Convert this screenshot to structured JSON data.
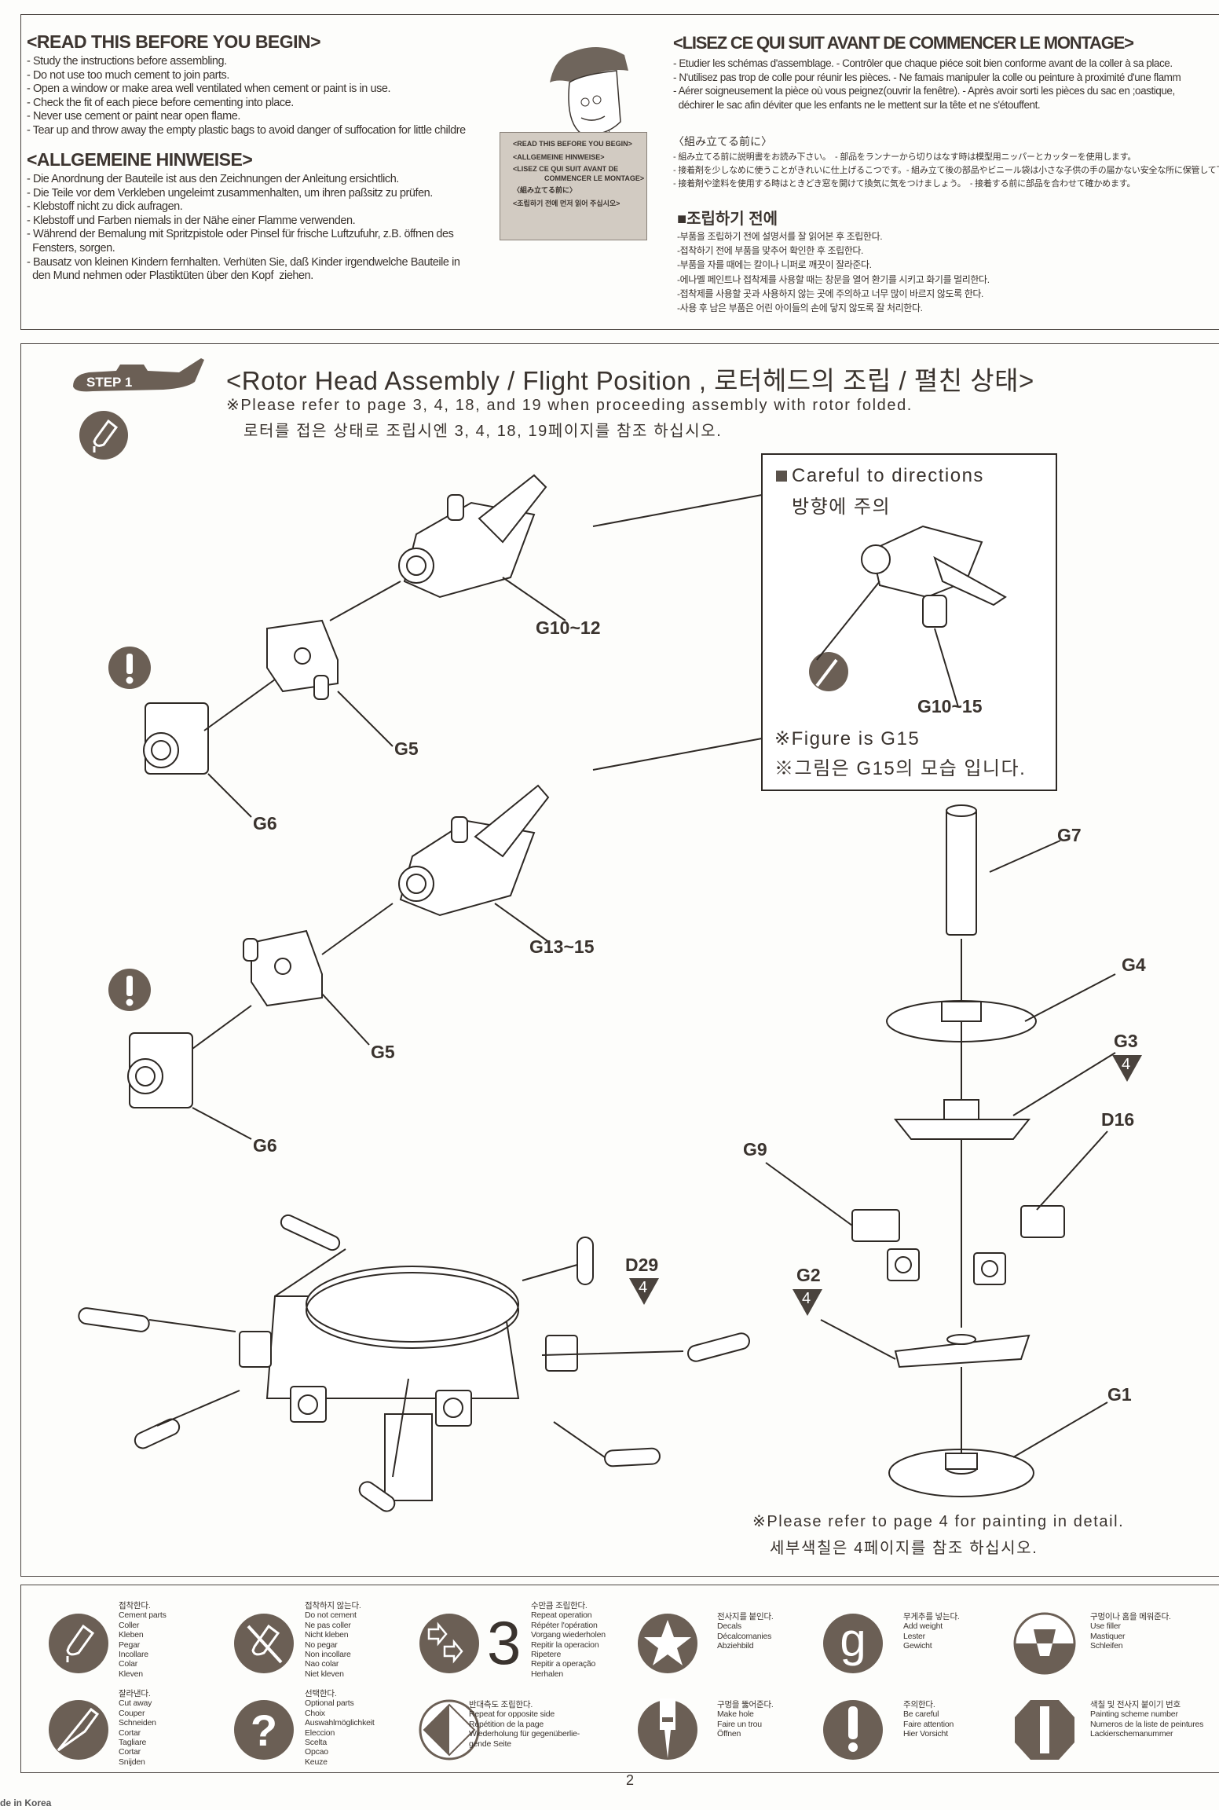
{
  "intro": {
    "english": {
      "title": "<READ THIS BEFORE YOU BEGIN>",
      "items": [
        "- Study the instructions before assembling.",
        "- Do not use too much cement to join parts.",
        "- Open a window or make area well ventilated when cement or paint is in use.",
        "- Check the fit of each piece before cementing into place.",
        " - Never use cement or paint near open flame.",
        "- Tear up and throw away the empty plastic bags to avoid danger of suffocation for little childre"
      ]
    },
    "german": {
      "title": "<ALLGEMEINE HINWEISE>",
      "items": [
        "- Die Anordnung der Bauteile ist aus den Zeichnungen der  Anleitung ersichtlich.",
        "- Die Teile vor dem Verkleben ungeleimt zusammenhalten, um  ihren paßsitz zu prüfen.",
        "- Klebstoff nicht zu dick aufragen.",
        "- Klebstoff und Farben niemals in der Nähe einer Flamme verwenden.",
        "- Während der Bemalung mit Spritzpistole oder Pinsel für frische Luftzufuhr, z.B. öffnen des",
        "  Fensters, sorgen.",
        "- Bausatz von kleinen Kindern fernhalten. Verhüten Sie, daß Kinder irgendwelche Bauteile in",
        "  den Mund nehmen oder Plastiktüten über den Kopf  ziehen."
      ]
    },
    "french": {
      "title": "<LISEZ CE QUI SUIT AVANT DE COMMENCER LE MONTAGE>",
      "items": [
        "- Etudier les schémas d'assemblage.   - Contrôler que chaque piéce soit bien conforme avant de la coller à sa place.",
        "- N'utilisez pas trop de colle pour réunir les pièces.  - Ne famais manipuler la colle ou peinture à proximité d'une flamm",
        "- Aérer soigneusement la pièce où vous peignez(ouvrir la fenêtre).   - Après avoir sorti les pièces du sac en ;oastique,",
        "  déchirer le sac afin déviter que les enfants ne le mettent sur la tête et ne s'étouffent."
      ]
    },
    "japanese": {
      "title": "〈組み立てる前に〉",
      "items": [
        "- 組み立てる前に説明書をお読み下さい。　- 部品をランナーから切りはなす時は模型用ニッパーとカッターを使用します。",
        "- 接着剤を少しなめに使うことがきれいに仕上げるこつです。- 組み立て後の部品やビニール袋は小さな子供の手の届かない安全な所に保管して下さ",
        "- 接着剤や塗料を使用する時はときどき窓を開けて換気に気をつけましょう。　- 接着する前に部品を合わせて確かめます。"
      ]
    },
    "korean": {
      "title": "■조립하기 전에",
      "items": [
        "-부품을 조립하기 전에 설명서를 잘 읽어본 후 조립한다.",
        "-접착하기 전에 부품을 맞추어 확인한 후 조립한다.",
        "-부품을 자를 때에는 칼이나 니퍼로 깨끗이 잘라준다.",
        "-에나멜 페인트나 접착제를 사용할 때는 창문을 열어 환기를 시키고 화기를 멀리한다.",
        "-접착제를 사용할 곳과 사용하지 않는 곳에 주의하고 너무 많이 바르지 않도록 한다.",
        "-사용 후 남은 부품은 어린 아이들의 손에 닿지 않도록 잘 처리한다."
      ]
    },
    "sign": [
      "<READ THIS BEFORE YOU BEGIN>",
      "<ALLGEMEINE HINWEISE>",
      "<LISEZ CE QUI SUIT AVANT DE",
      "COMMENCER LE MONTAGE>",
      "〈組み立てる前に〉",
      "<조립하기 전에 먼저 읽어 주십시오>"
    ]
  },
  "step": {
    "label": "STEP 1",
    "title": "<Rotor Head Assembly / Flight Position , 로터헤드의 조립 / 펼친 상태>",
    "note_en": "※Please refer to page 3, 4, 18, and 19 when proceeding assembly with rotor folded.",
    "note_kr": "로터를 접은 상태로 조립시엔 3, 4, 18, 19페이지를 참조 하십시오.",
    "callout": {
      "title": "Careful to directions",
      "title_kr": "방향에 주의",
      "part": "G10~15",
      "figure_en": "※Figure is G15",
      "figure_kr": "※그림은 G15의 모습 입니다."
    },
    "parts": {
      "g10_12": "G10~12",
      "g5_a": "G5",
      "g6_a": "G6",
      "g13_15": "G13~15",
      "g5_b": "G5",
      "g6_b": "G6",
      "g7": "G7",
      "g4": "G4",
      "g3": "G3",
      "g3_paint": "4",
      "d16": "D16",
      "g9": "G9",
      "d29": "D29",
      "d29_paint": "4",
      "g2": "G2",
      "g2_paint": "4",
      "g1": "G1"
    },
    "paint_note_en": "※Please refer to page 4 for painting in detail.",
    "paint_note_kr": "세부색칠은 4페이지를 참조 하십시오."
  },
  "legend": [
    {
      "icon": "cement-icon",
      "lines": [
        "접착한다.",
        "Cement parts",
        "Coller",
        "Kleben",
        "Pegar",
        "Incollare",
        "Colar",
        "Kleven"
      ]
    },
    {
      "icon": "no-cement-icon",
      "lines": [
        "접착하지 않는다.",
        "Do not cement",
        "Ne pas coller",
        "Nicht kleben",
        "No pegar",
        "Non incollare",
        "Nao colar",
        "Niet kleven"
      ]
    },
    {
      "icon": "repeat-icon",
      "count": "3",
      "lines": [
        "수만큼 조립한다.",
        "Repeat operation",
        "Répéter l'opération",
        "Vorgang wiederholen",
        "Repitir la operacion",
        "Ripetere",
        "Repitir a operação",
        "Herhalen"
      ]
    },
    {
      "icon": "star-decal-icon",
      "lines": [
        "전사지를 붙인다.",
        "Decals",
        "Décalcomanies",
        "Abziehbild"
      ]
    },
    {
      "icon": "weight-g-icon",
      "lines": [
        "무게추를 넣는다.",
        "Add weight",
        "Lester",
        "Gewicht"
      ]
    },
    {
      "icon": "filler-icon",
      "lines": [
        "구멍이나 홈을 메워준다.",
        "Use filler",
        "Mastiquer",
        "Schleifen"
      ]
    },
    {
      "icon": "knife-cut-icon",
      "lines": [
        "잘라낸다.",
        "Cut away",
        "Couper",
        "Schneiden",
        "Cortar",
        "Tagliare",
        "Cortar",
        "Snijden"
      ]
    },
    {
      "icon": "question-icon",
      "lines": [
        "선택한다.",
        "Optional parts",
        "Choix",
        "Auswahlmöglichkeit",
        "Eleccion",
        "Scelta",
        "Opcao",
        "Keuze"
      ]
    },
    {
      "icon": "opposite-side-icon",
      "lines": [
        "반대측도 조립한다.",
        "Repeat for opposite side",
        "Répétition de la page",
        "Wiederholung für gegenüberlie-",
        "gende Seite"
      ]
    },
    {
      "icon": "drill-hole-icon",
      "lines": [
        "구멍을 뚫어준다.",
        "Make hole",
        "Faire un trou",
        "Öffnen"
      ]
    },
    {
      "icon": "exclamation-icon",
      "lines": [
        "주의한다.",
        "Be careful",
        "Faire attention",
        "Hier Vorsicht"
      ]
    },
    {
      "icon": "paint-number-icon",
      "lines": [
        "색칠 및 전사지 붙이기 번호",
        "Painting scheme number",
        "Numeros de la liste de peintures",
        "Lackierschemanummer"
      ]
    }
  ],
  "page_number": "2",
  "footer_text": "de in Korea",
  "colors": {
    "icon_brown": "#6b5f55",
    "ink": "#3a332e",
    "paper": "#fdfdfb"
  }
}
